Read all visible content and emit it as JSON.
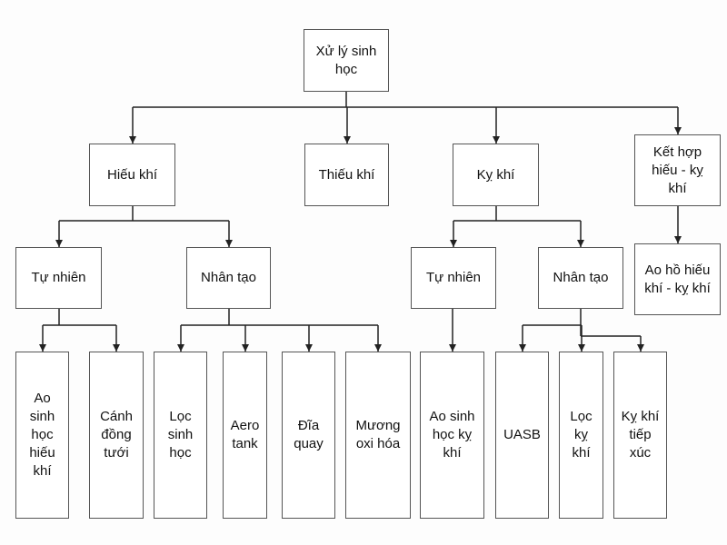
{
  "diagram": {
    "type": "tree",
    "root": {
      "id": "root",
      "label": "Xử lý sinh\nhọc"
    },
    "nodes": [
      {
        "id": "hieu_khi",
        "parent": "root",
        "label": "Hiếu khí"
      },
      {
        "id": "thieu_khi",
        "parent": "root",
        "label": "Thiếu khí"
      },
      {
        "id": "ky_khi",
        "parent": "root",
        "label": "Kỵ khí"
      },
      {
        "id": "ket_hop",
        "parent": "root",
        "label": "Kết hợp\nhiếu - kỵ\nkhí"
      },
      {
        "id": "hk_tu_nhien",
        "parent": "hieu_khi",
        "label": "Tự nhiên"
      },
      {
        "id": "hk_nhan_tao",
        "parent": "hieu_khi",
        "label": "Nhân tạo"
      },
      {
        "id": "kk_tu_nhien",
        "parent": "ky_khi",
        "label": "Tự nhiên"
      },
      {
        "id": "kk_nhan_tao",
        "parent": "ky_khi",
        "label": "Nhân tạo"
      },
      {
        "id": "ao_ho",
        "parent": "ket_hop",
        "label": "Ao hồ hiếu\nkhí - kỵ khí"
      },
      {
        "id": "ao_sinh_hoc_hieu_khi",
        "parent": "hk_tu_nhien",
        "label": "Ao\nsinh\nhọc\nhiếu\nkhí"
      },
      {
        "id": "canh_dong_tuoi",
        "parent": "hk_tu_nhien",
        "label": "Cánh\nđồng\ntưới"
      },
      {
        "id": "loc_sinh_hoc",
        "parent": "hk_nhan_tao",
        "label": "Lọc\nsinh\nhọc"
      },
      {
        "id": "aero_tank",
        "parent": "hk_nhan_tao",
        "label": "Aero\ntank"
      },
      {
        "id": "dia_quay",
        "parent": "hk_nhan_tao",
        "label": "Đĩa\nquay"
      },
      {
        "id": "muong_oxi_hoa",
        "parent": "hk_nhan_tao",
        "label": "Mương\noxi hóa"
      },
      {
        "id": "ao_sinh_hoc_ky_khi",
        "parent": "kk_tu_nhien",
        "label": "Ao sinh\nhọc kỵ\nkhí"
      },
      {
        "id": "uasb",
        "parent": "kk_nhan_tao",
        "label": "UASB"
      },
      {
        "id": "loc_ky_khi",
        "parent": "kk_nhan_tao",
        "label": "Lọc\nkỵ\nkhí"
      },
      {
        "id": "ky_khi_tiep_xuc",
        "parent": "kk_nhan_tao",
        "label": "Kỵ khí\ntiếp\nxúc"
      }
    ]
  },
  "colors": {
    "line": "#222222",
    "border": "#555555",
    "background": "#fdfdfd"
  }
}
